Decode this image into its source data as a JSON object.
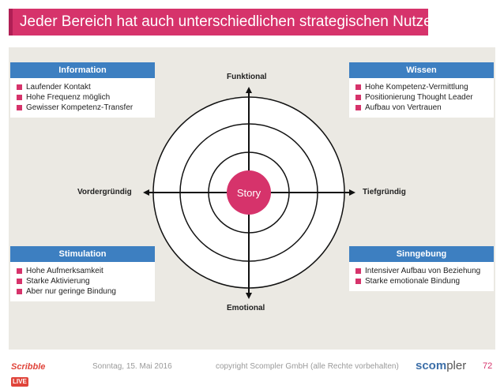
{
  "title": "Jeder Bereich hat auch unterschiedlichen strategischen Nutzen!",
  "center_label": "Story",
  "axes": {
    "top": "Funktional",
    "bottom": "Emotional",
    "left": "Vordergründig",
    "right": "Tiefgründig"
  },
  "boxes": {
    "information": {
      "title": "Information",
      "items": [
        "Laufender Kontakt",
        "Hohe Frequenz möglich",
        "Gewisser Kompetenz-Transfer"
      ]
    },
    "wissen": {
      "title": "Wissen",
      "items": [
        "Hohe Kompetenz-Vermittlung",
        "Positionierung Thought Leader",
        "Aufbau von Vertrauen"
      ]
    },
    "stimulation": {
      "title": "Stimulation",
      "items": [
        "Hohe Aufmerksamkeit",
        "Starke Aktivierung",
        "Aber nur geringe Bindung"
      ]
    },
    "sinngebung": {
      "title": "Sinngebung",
      "items": [
        "Intensiver Aufbau von Beziehung",
        "Starke emotionale Bindung"
      ]
    }
  },
  "footer": {
    "date": "Sonntag, 15. Mai 2016",
    "copyright": "copyright Scompler GmbH (alle Rechte vorbehalten)",
    "page": "72",
    "logo_left": "Scribble",
    "logo_left_badge": "LIVE",
    "logo_right_a": "scom",
    "logo_right_b": "pler"
  },
  "colors": {
    "accent": "#d6336b",
    "box_header": "#3d7fc1",
    "stage": "#ebe9e3"
  }
}
